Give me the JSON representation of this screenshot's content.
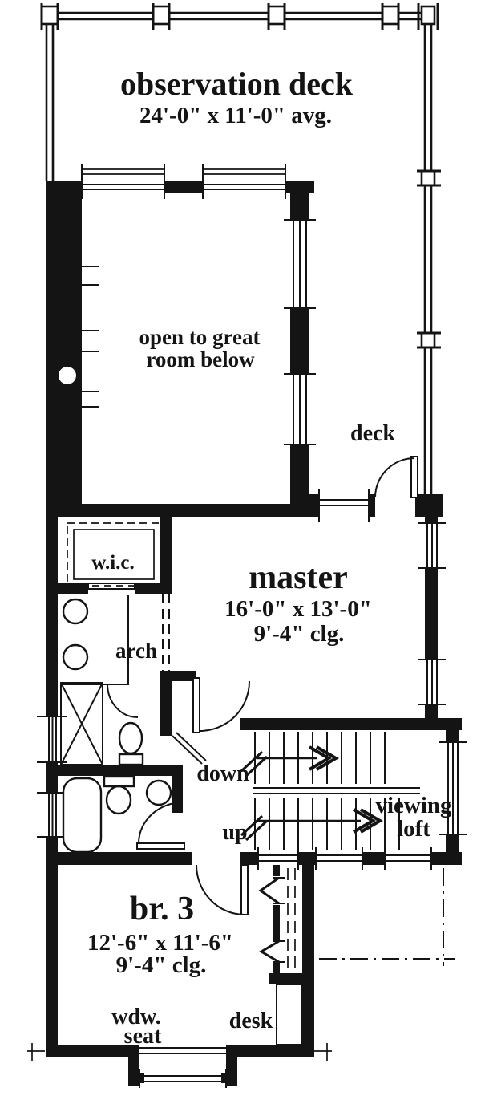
{
  "colors": {
    "ink": "#141414",
    "paper": "#ffffff"
  },
  "plan": {
    "observation_deck": {
      "label": "observation deck",
      "dims": "24'-0\" x 11'-0\" avg."
    },
    "open_below": {
      "line1": "open to great",
      "line2": "room below"
    },
    "deck": {
      "label": "deck"
    },
    "wic": {
      "label": "w.i.c."
    },
    "master": {
      "label": "master",
      "dims": "16'-0\" x 13'-0\"",
      "clg": "9'-4\" clg."
    },
    "arch": {
      "label": "arch"
    },
    "stairs": {
      "down": "down",
      "up": "up"
    },
    "viewing_loft": {
      "line1": "viewing",
      "line2": "loft"
    },
    "br3": {
      "label": "br. 3",
      "dims": "12'-6\" x 11'-6\"",
      "clg": "9'-4\" clg."
    },
    "window_seat": {
      "line1": "wdw.",
      "line2": "seat"
    },
    "desk": {
      "label": "desk"
    }
  }
}
